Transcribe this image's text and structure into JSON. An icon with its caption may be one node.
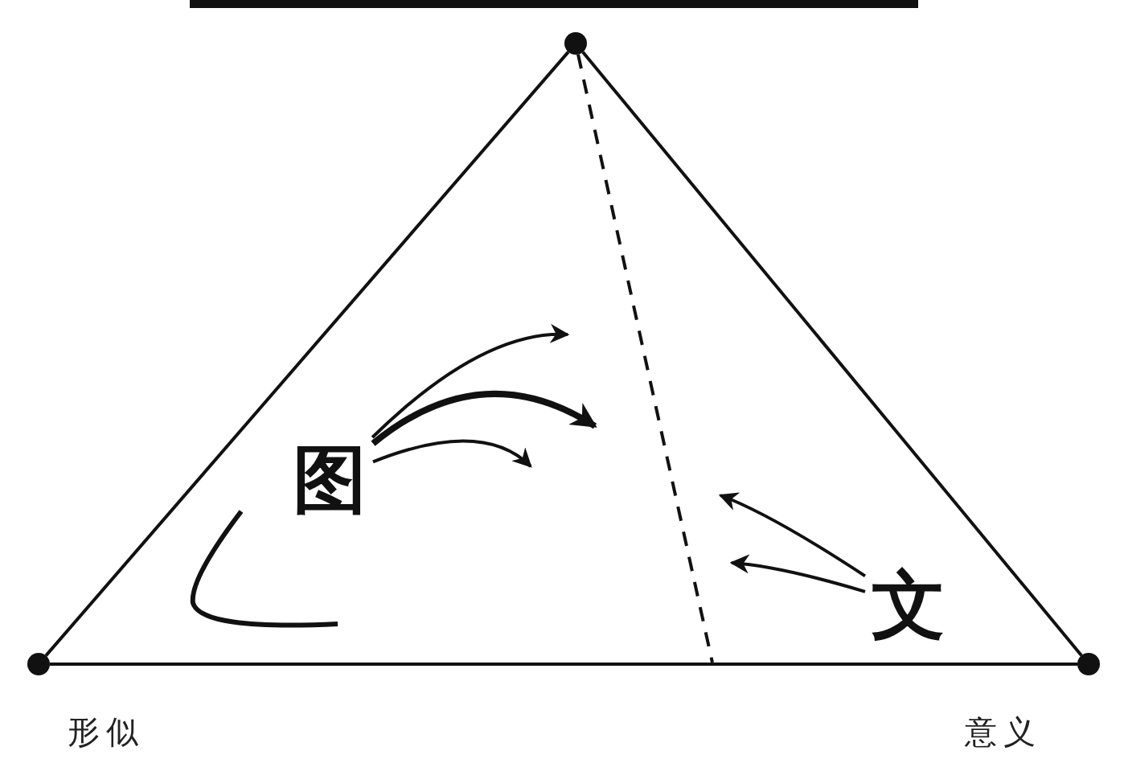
{
  "diagram": {
    "nodes": [
      {
        "text": [],
        "shape": "circle"
      },
      {
        "text": [],
        "shape": "circle",
        "beside": [
          "形似"
        ]
      },
      {
        "text": [],
        "shape": "circle",
        "beside": [
          "意义"
        ]
      },
      {
        "text": [
          "图"
        ]
      },
      {
        "text": [
          "文"
        ]
      }
    ],
    "edges": [
      {
        "from": 0,
        "to": 1,
        "arrow": "none"
      },
      {
        "from": 0,
        "to": 2,
        "arrow": "none"
      },
      {
        "from": 1,
        "to": 2,
        "arrow": "none"
      },
      {
        "from": 0,
        "to": null,
        "arrow": "none",
        "style": "dashed"
      },
      {
        "from": 3,
        "to": null,
        "arrow": "to"
      },
      {
        "from": 3,
        "to": null,
        "arrow": "to",
        "style": "thick"
      },
      {
        "from": 3,
        "to": null,
        "arrow": "to"
      },
      {
        "from": 4,
        "to": null,
        "arrow": "to"
      },
      {
        "from": 4,
        "to": null,
        "arrow": "to"
      }
    ]
  }
}
